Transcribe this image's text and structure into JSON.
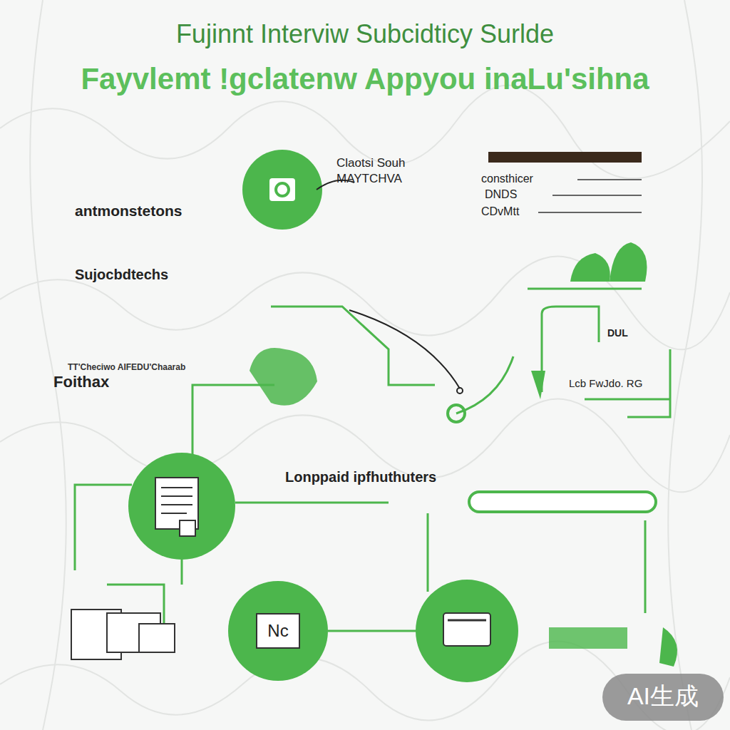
{
  "diagram": {
    "title": "Fujinnt Interviw Subcidticy Surlde",
    "nodes": [
      {
        "text": [
          "Claotsi Souh MAYTCHVA"
        ]
      },
      {
        "text": [
          "Nc"
        ]
      }
    ],
    "labels": [
      "Fayvlemt !gclatenw Appyou inaLu'sihna",
      "antmonstetons",
      "Sujocbdtechs",
      "TT'Checiwo AIFEDU'Chaarab",
      "Foithax",
      "consthicer",
      "DNDS",
      "CDvMtt",
      "DUL",
      "Lcb FwJdo. RG",
      "Lonppaid ipfhuthuters",
      "AI生成"
    ]
  }
}
